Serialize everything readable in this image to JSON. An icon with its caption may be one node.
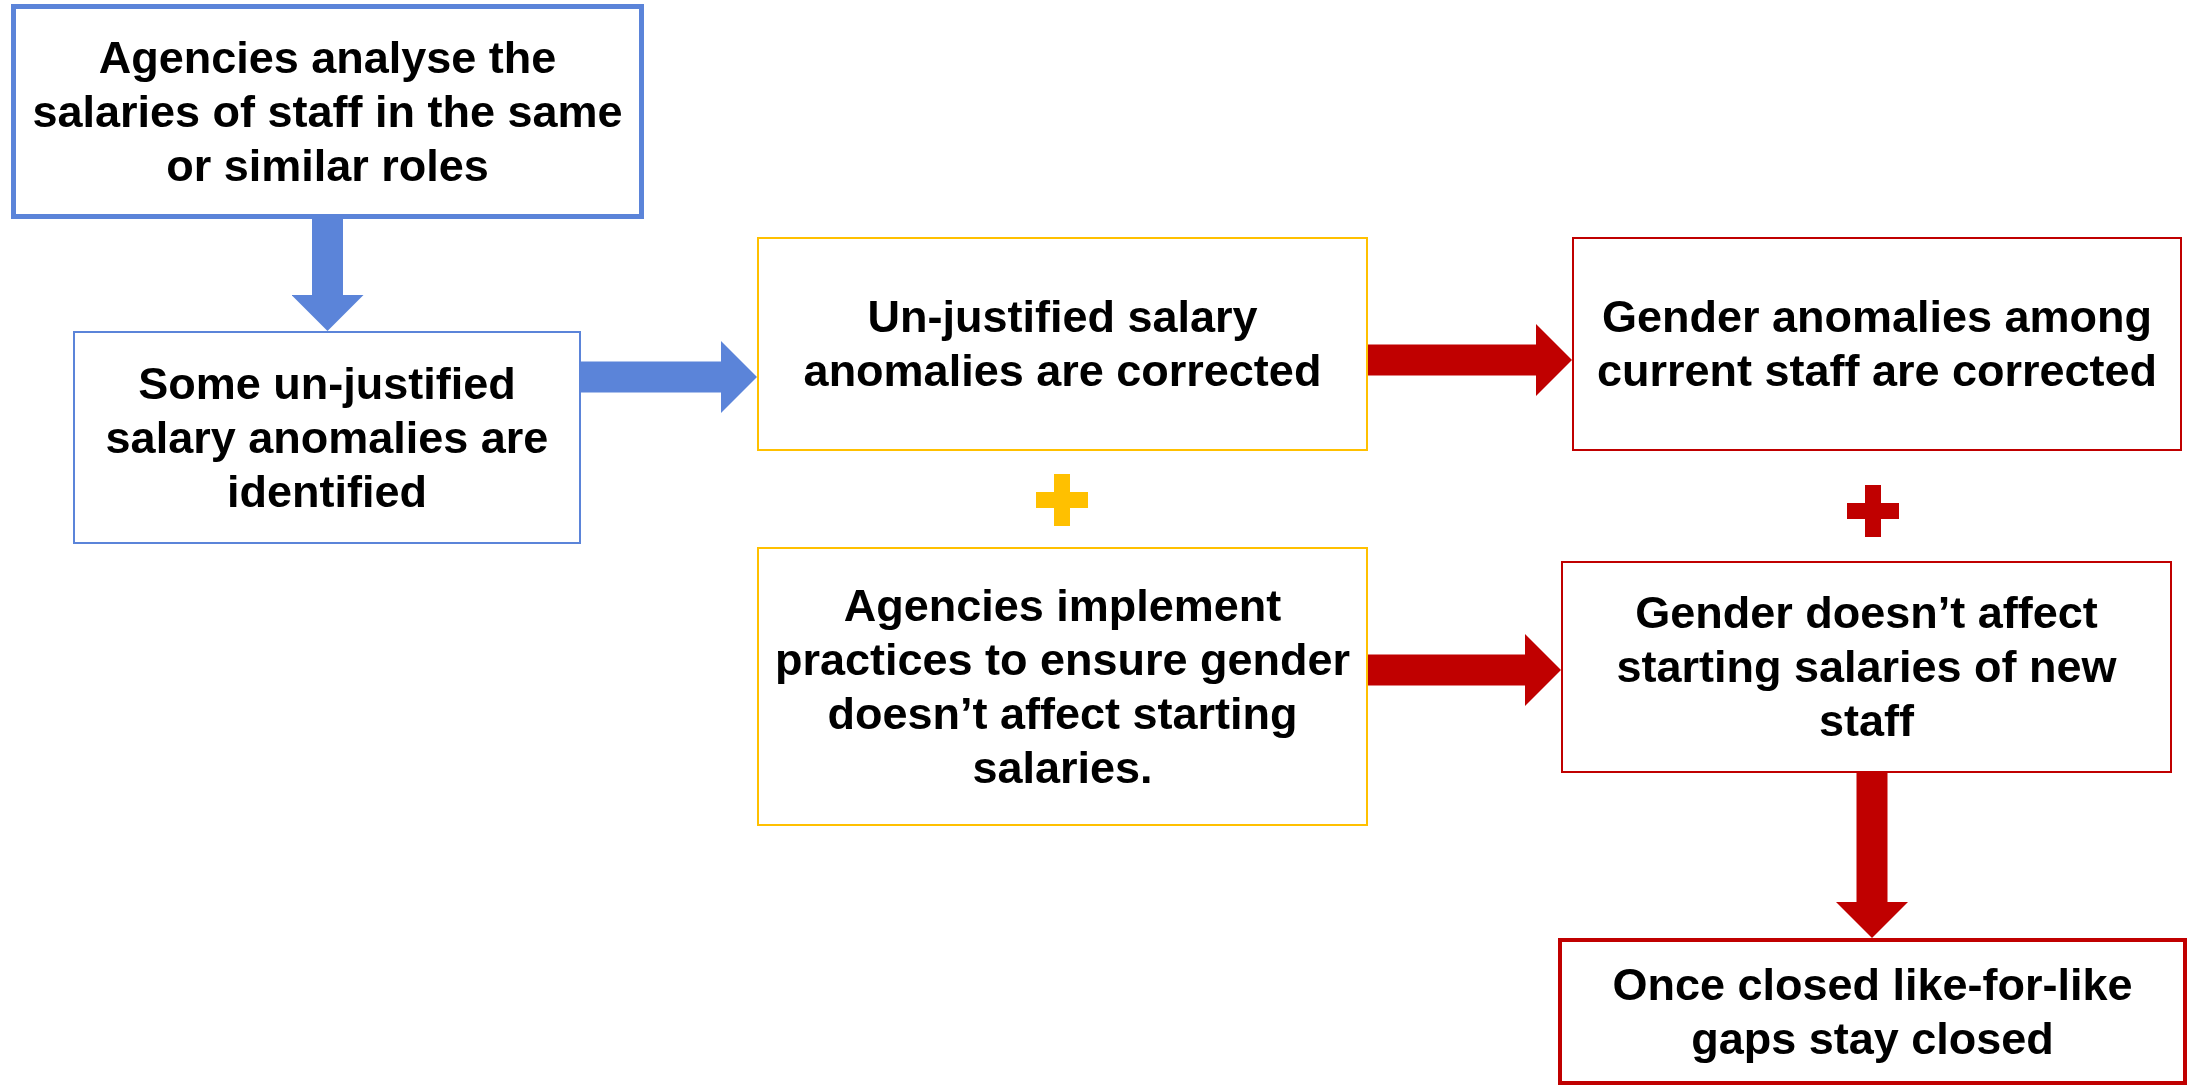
{
  "diagram": {
    "nodes": [
      {
        "text": [
          "Agencies analyse the salaries of staff in the same or similar roles"
        ]
      },
      {
        "text": [
          "Some un-justified salary anomalies are identified"
        ]
      },
      {
        "text": [
          "Un-justified salary anomalies are corrected"
        ]
      },
      {
        "text": [
          "Agencies implement practices to ensure gender doesn’t affect starting salaries."
        ]
      },
      {
        "text": [
          "Gender anomalies among current staff are corrected"
        ]
      },
      {
        "text": [
          "Gender doesn’t affect starting salaries of new staff"
        ]
      },
      {
        "text": [
          "Once closed like-for-like gaps stay closed"
        ]
      }
    ],
    "edges": [
      {
        "from": 0,
        "to": 1,
        "arrow": "to",
        "color": "#5b84d9"
      },
      {
        "from": 1,
        "to": 2,
        "arrow": "to",
        "color": "#5b84d9"
      },
      {
        "from": 2,
        "to": 4,
        "arrow": "to"
      },
      {
        "from": 3,
        "to": 5,
        "arrow": "to"
      },
      {
        "from": 5,
        "to": 6,
        "arrow": "to"
      }
    ]
  }
}
